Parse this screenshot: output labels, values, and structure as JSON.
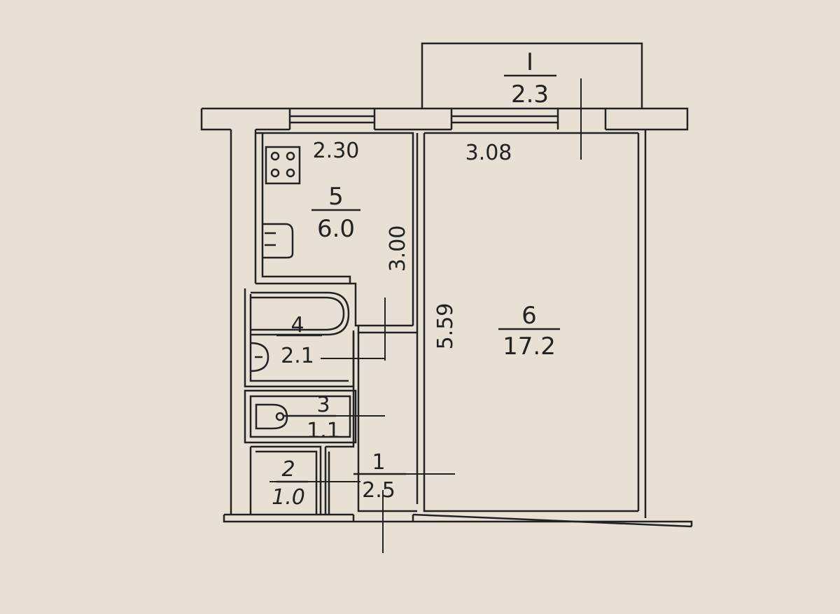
{
  "balcony": {
    "number": "I",
    "area": "2.3"
  },
  "dimensions": {
    "kitchen_width": "2.30",
    "room_width": "3.08",
    "kitchen_length": "3.00",
    "room_length": "5.59"
  },
  "rooms": [
    {
      "id": "kitchen",
      "number": "5",
      "area": "6.0"
    },
    {
      "id": "bathroom",
      "number": "4",
      "area": "2.1"
    },
    {
      "id": "toilet",
      "number": "3",
      "area": "1.1"
    },
    {
      "id": "closet",
      "number": "2",
      "area": "1.0"
    },
    {
      "id": "hallway",
      "number": "1",
      "area": "2.5"
    },
    {
      "id": "living-room",
      "number": "6",
      "area": "17.2"
    }
  ],
  "colors": {
    "background": "#e8e0d5",
    "ink": "#222222"
  }
}
